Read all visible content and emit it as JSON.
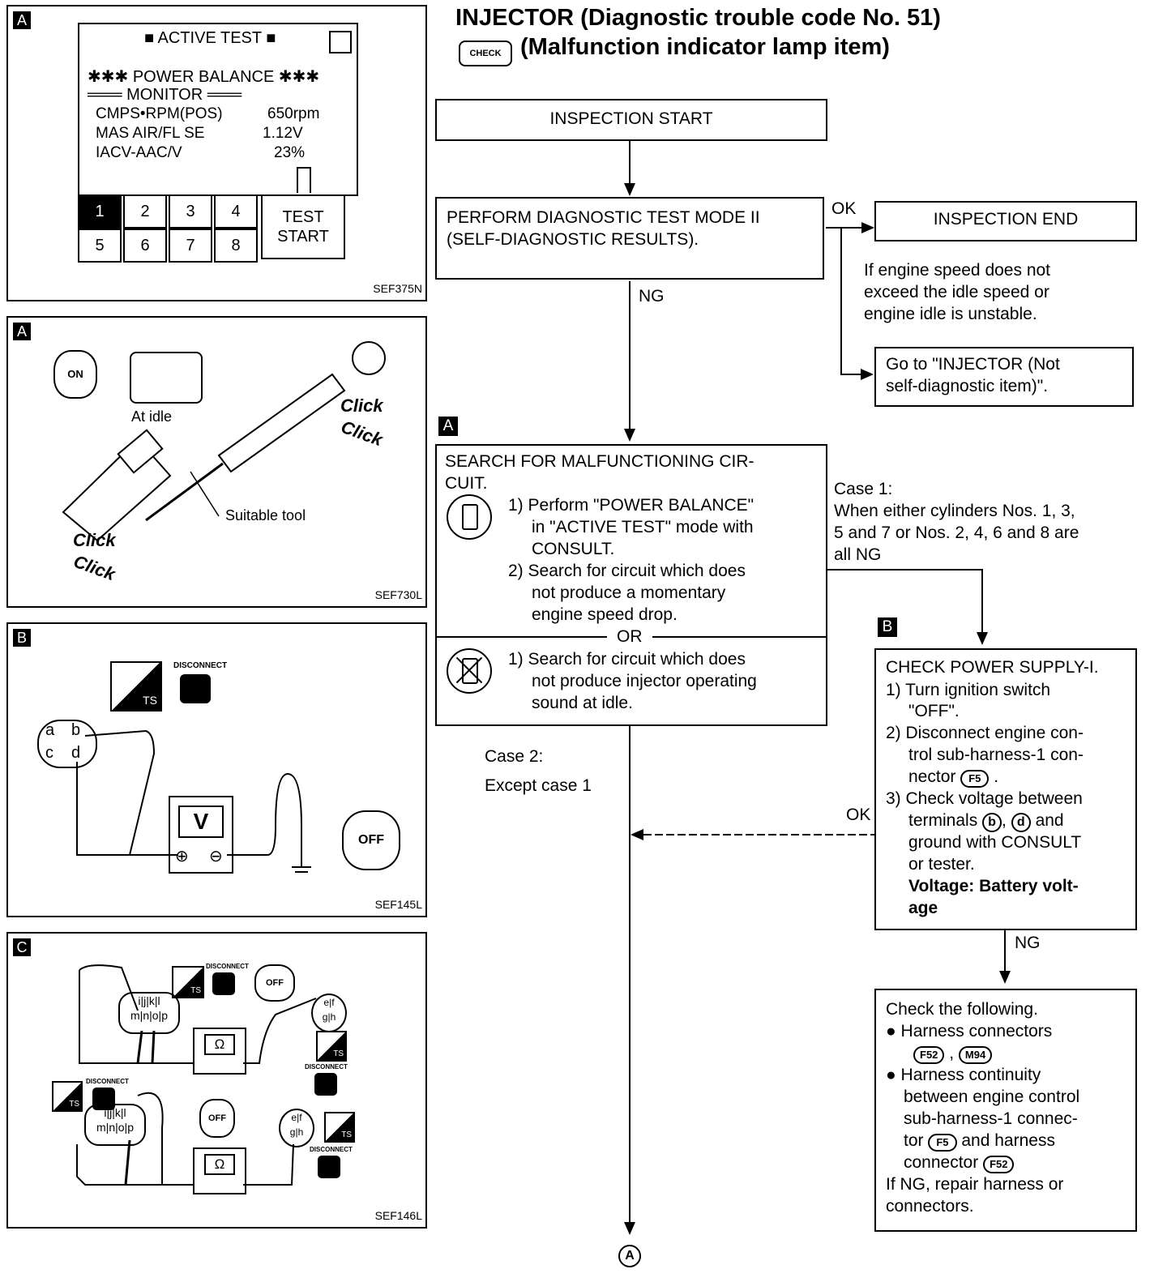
{
  "title": {
    "line1": "INJECTOR (Diagnostic trouble code No. 51)",
    "check_badge": "CHECK",
    "line2": "(Malfunction indicator lamp item)"
  },
  "panels": {
    "p1": {
      "tag": "A",
      "screen_title": "ACTIVE TEST",
      "line1": "✱✱✱ POWER BALANCE ✱✱✱",
      "line2": "═══ MONITOR ═══",
      "rows": [
        {
          "label": "CMPS•RPM(POS)",
          "value": "650rpm"
        },
        {
          "label": "MAS AIR/FL SE",
          "value": "1.12V"
        },
        {
          "label": "IACV-AAC/V",
          "value": "23%"
        }
      ],
      "keys": [
        "1",
        "2",
        "3",
        "4",
        "5",
        "6",
        "7",
        "8"
      ],
      "test_start": [
        "TEST",
        "START"
      ],
      "code": "SEF375N"
    },
    "p2": {
      "tag": "A",
      "on_label": "ON",
      "at_idle": "At idle",
      "click": "Click",
      "suitable_tool": "Suitable tool",
      "code": "SEF730L"
    },
    "p3": {
      "tag": "B",
      "disconnect": "DISCONNECT",
      "ts": "TS",
      "pins": [
        "a",
        "b",
        "c",
        "d"
      ],
      "meter": "V",
      "plus": "⊕",
      "minus": "⊖",
      "off_label": "OFF",
      "code": "SEF145L"
    },
    "p4": {
      "tag": "C",
      "disconnect": "DISCONNECT",
      "ts": "TS",
      "off_label": "OFF",
      "conn1_top": [
        "i",
        "j",
        "k",
        "l"
      ],
      "conn1_bot": [
        "m",
        "n",
        "o",
        "p"
      ],
      "conn2_top": [
        "e",
        "f"
      ],
      "conn2_bot": [
        "g",
        "h"
      ],
      "ohm": "Ω",
      "code": "SEF146L"
    }
  },
  "flow": {
    "start": "INSPECTION START",
    "mode2": [
      "PERFORM DIAGNOSTIC TEST MODE II",
      "(SELF-DIAGNOSTIC RESULTS)."
    ],
    "ok": "OK",
    "ng": "NG",
    "end": "INSPECTION END",
    "end_note": [
      "If engine speed does not",
      "exceed the idle speed or",
      "engine idle is unstable."
    ],
    "goto": [
      "Go to \"INJECTOR (Not",
      "self-diagnostic item)\"."
    ],
    "tag_a": "A",
    "search_title": [
      "SEARCH FOR MALFUNCTIONING CIR-",
      "CUIT."
    ],
    "search_steps": [
      "1) Perform \"POWER BALANCE\"",
      "in \"ACTIVE TEST\" mode with",
      "CONSULT.",
      "2) Search for circuit which does",
      "not produce a momentary",
      "engine speed drop."
    ],
    "or": "OR",
    "search_alt": [
      "1) Search for circuit which does",
      "not produce injector operating",
      "sound at idle."
    ],
    "case1": [
      "Case 1:",
      "When either cylinders Nos. 1, 3,",
      "5 and 7 or Nos. 2, 4, 6 and 8 are",
      "all NG"
    ],
    "case2": [
      "Case 2:",
      "Except case 1"
    ],
    "tag_b": "B",
    "power": [
      "CHECK POWER SUPPLY-I.",
      "1) Turn ignition switch",
      "\"OFF\".",
      "2) Disconnect engine con-",
      "trol sub-harness-1 con-",
      "nector",
      "3) Check voltage between",
      "terminals",
      "and",
      "ground with CONSULT",
      "or tester.",
      "Voltage: Battery volt-",
      "age"
    ],
    "conn_f5": "F5",
    "term_b": "b",
    "term_d": "d",
    "ok2": "OK",
    "ng2": "NG",
    "check": [
      "Check the following.",
      "Harness connectors",
      "Harness continuity",
      "between engine control",
      "sub-harness-1 connec-",
      "tor",
      "and harness",
      "connector",
      "If NG, repair harness or",
      "connectors."
    ],
    "conn_f52": "F52",
    "conn_m94": "M94",
    "bottom_ref": "A"
  }
}
